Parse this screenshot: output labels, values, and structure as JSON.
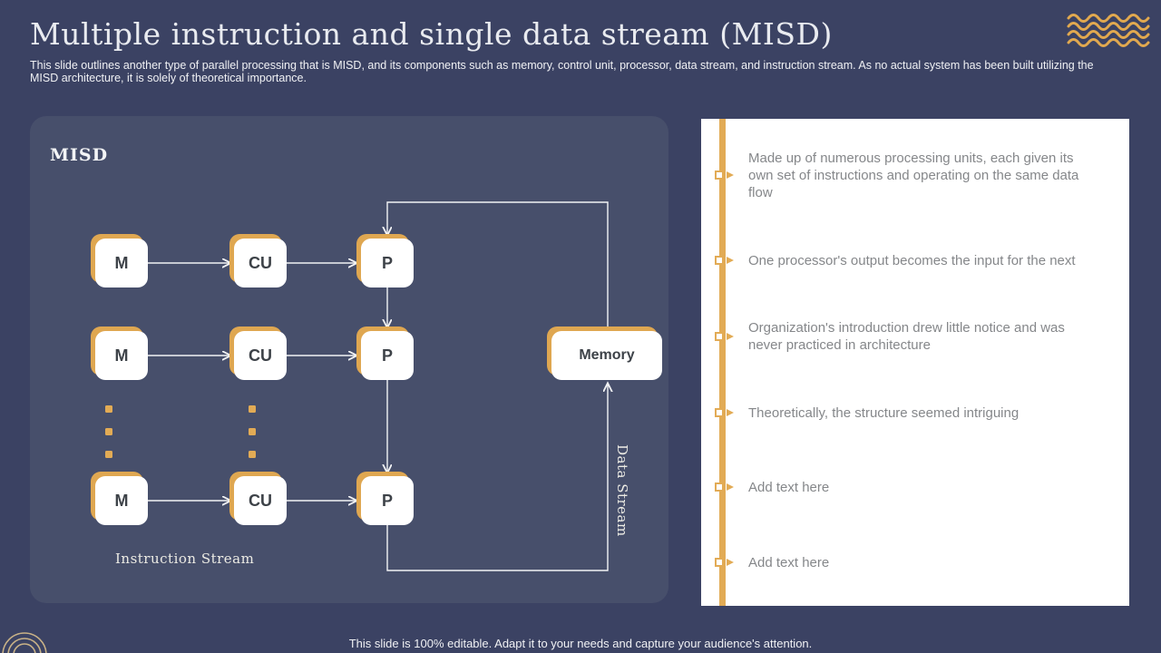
{
  "slide": {
    "title": "Multiple instruction and single data stream (MISD)",
    "subtitle": "This slide outlines another type of parallel processing that is MISD,  and its components such as memory, control unit, processor, data stream, and instruction stream. As no actual system has been built utilizing the MISD architecture, it is solely of theoretical importance.",
    "footer": "This slide is 100% editable. Adapt it to your needs and capture your audience's attention."
  },
  "diagram": {
    "label": "MISD",
    "nodes": {
      "m": "M",
      "cu": "CU",
      "p": "P",
      "memory": "Memory"
    },
    "instruction_stream": "Instruction Stream",
    "data_stream": "Data Stream"
  },
  "bullets": [
    "Made up of numerous  processing units,  each given its own  set of instructions  and operating on the  same data flow",
    "One  processor's output  becomes the  input for the  next",
    "Organization's  introduction  drew little  notice and was  never practiced in  architecture",
    "Theoretically,  the  structure  seemed intriguing",
    "Add text  here",
    "Add text  here"
  ],
  "icons": {
    "waves": "waves-icon",
    "rings": "concentric-rings-icon"
  },
  "colors": {
    "background": "#3b4263",
    "diagram_panel": "#474f6b",
    "accent": "#e2ab55",
    "node_fill": "#ffffff",
    "node_text": "#3d4248",
    "bullet_text": "#85878a",
    "arrow": "#f2f3f5"
  }
}
